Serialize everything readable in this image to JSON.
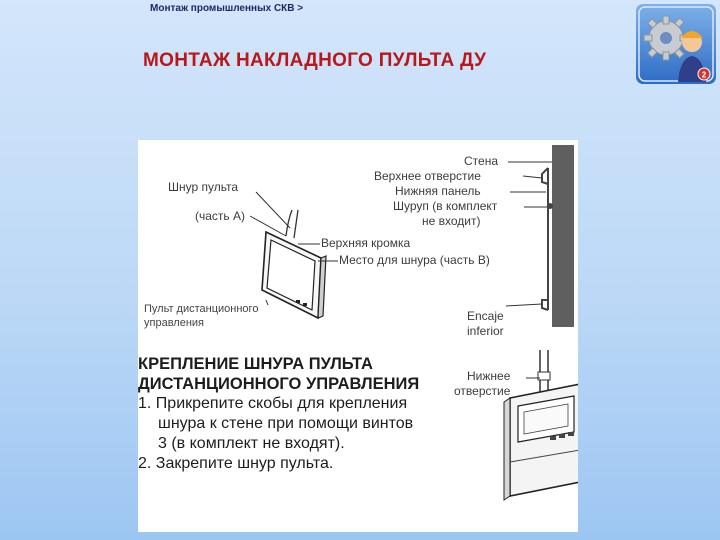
{
  "header": {
    "breadcrumb": "Монтаж промышленных СКВ >",
    "title": "МОНТАЖ НАКЛАДНОГО ПУЛЬТА ДУ",
    "logo_badge": "2"
  },
  "colors": {
    "title": "#b8181a",
    "breadcrumb": "#1b2a63",
    "wall": "#5f5f5f"
  },
  "diagram": {
    "labels": {
      "cord": "Шнур пульта",
      "part_a": "(часть А)",
      "top_edge": "Верхняя кромка",
      "cord_place": "Место для шнура (часть В)",
      "remote": "Пульт дистанционного",
      "remote2": "управления",
      "wall": "Стена",
      "upper_hole": "Верхнее отверстие",
      "lower_panel": "Нижняя панель",
      "screw": "Шуруп (в комплект",
      "screw2": "не входит)",
      "encaje": "Encaje",
      "inferior": "inferior",
      "lower_hole": "Нижнее",
      "lower_hole2": "отверстие"
    },
    "instructions": {
      "heading1": "КРЕПЛЕНИЕ ШНУРА ПУЛЬТА",
      "heading2": "ДИСТАНЦИОННОГО УПРАВЛЕНИЯ",
      "step1_a": "1. Прикрепите скобы для крепления",
      "step1_b": "шнура к стене при помощи винтов",
      "step1_c": "3 (в комплект не входят).",
      "step2": "2. Закрепите шнур пульта."
    }
  }
}
